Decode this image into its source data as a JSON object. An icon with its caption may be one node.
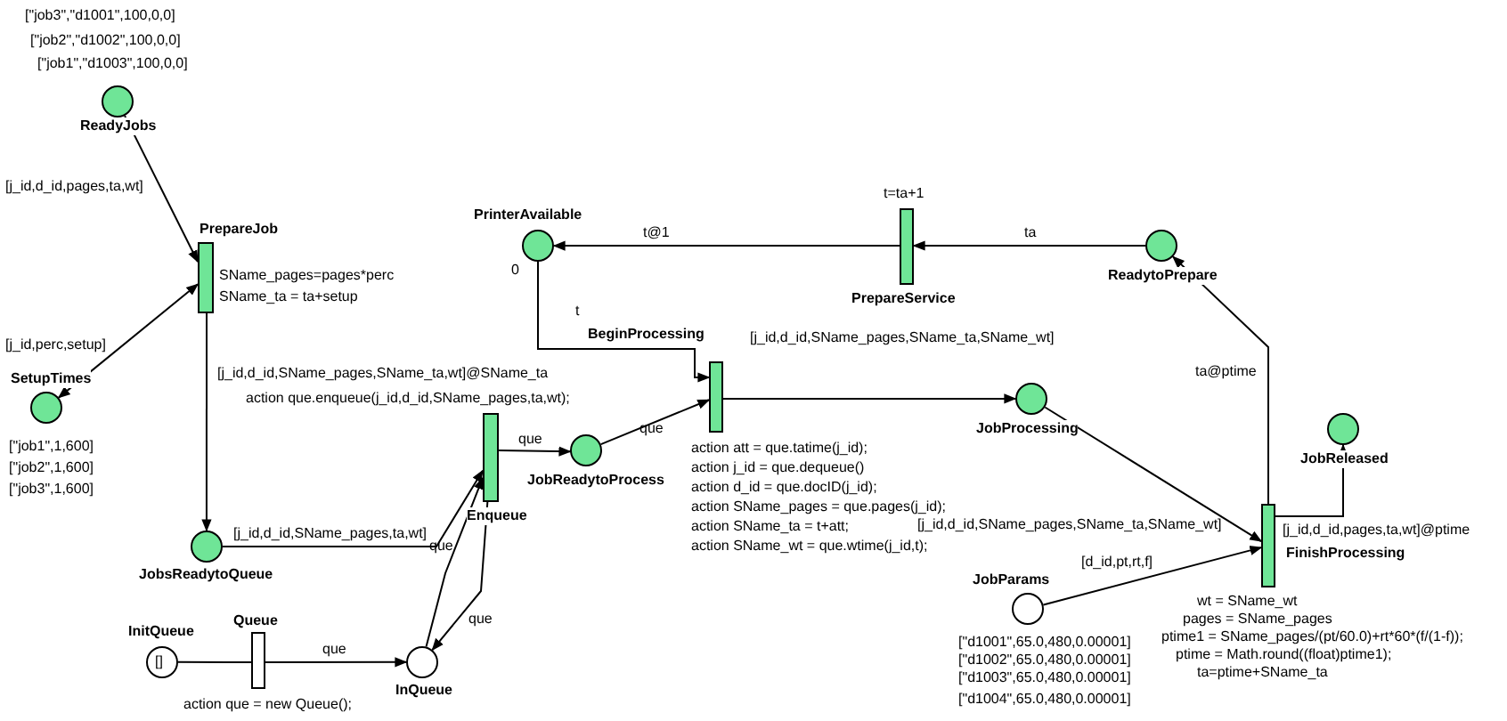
{
  "diagram": {
    "nodes": [
      {
        "text": [
          "ReadyJobs"
        ],
        "beside": [
          "[\"job3\",\"d1001\",100,0,0]",
          "[\"job2\",\"d1002\",100,0,0]",
          "[\"job1\",\"d1003\",100,0,0]"
        ]
      },
      {
        "text": [
          "PrepareJob"
        ],
        "beside": [
          "SName_pages=pages*perc",
          "SName_ta = ta+setup"
        ]
      },
      {
        "text": [
          "SetupTimes"
        ],
        "beside": [
          "[\"job1\",1,600]",
          "[\"job2\",1,600]",
          "[\"job3\",1,600]"
        ]
      },
      {
        "text": [
          "JobsReadytoQueue"
        ]
      },
      {
        "text": [
          "Enqueue"
        ],
        "beside": [
          "action que.enqueue(j_id,d_id,SName_pages,ta,wt);"
        ]
      },
      {
        "text": [
          "InitQueue",
          "[]"
        ]
      },
      {
        "text": [
          "Queue"
        ],
        "beside": [
          "action que = new Queue();"
        ]
      },
      {
        "text": [
          "InQueue"
        ]
      },
      {
        "text": [
          "JobReadytoProcess"
        ]
      },
      {
        "text": [
          "PrinterAvailable"
        ],
        "beside": [
          "0"
        ]
      },
      {
        "text": [
          "BeginProcessing"
        ],
        "beside": [
          "action att = que.tatime(j_id);",
          "action j_id = que.dequeue()",
          "action d_id = que.docID(j_id);",
          "action SName_pages = que.pages(j_id);",
          "action SName_ta = t+att;",
          "action SName_wt = que.wtime(j_id,t);"
        ]
      },
      {
        "text": [
          "PrepareService"
        ],
        "beside": [
          "t=ta+1"
        ]
      },
      {
        "text": [
          "ReadytoPrepare"
        ]
      },
      {
        "text": [
          "JobProcessing"
        ]
      },
      {
        "text": [
          "FinishProcessing"
        ],
        "beside": [
          "wt = SName_wt",
          "pages = SName_pages",
          "ptime1 = SName_pages/(pt/60.0)+rt*60*(f/(1-f));",
          "ptime = Math.round((float)ptime1);",
          "ta=ptime+SName_ta"
        ]
      },
      {
        "text": [
          "JobReleased"
        ]
      },
      {
        "text": [
          "JobParams"
        ],
        "beside": [
          "[\"d1001\",65.0,480,0.00001]",
          "[\"d1002\",65.0,480,0.00001]",
          "[\"d1003\",65.0,480,0.00001]",
          "[\"d1004\",65.0,480,0.00001]"
        ]
      }
    ],
    "edges": [
      {
        "from": 0,
        "to": 1,
        "arrow": "to",
        "label": "[j_id,d_id,pages,ta,wt]"
      },
      {
        "from": 2,
        "to": 1,
        "arrow": "both",
        "label": "[j_id,perc,setup]"
      },
      {
        "from": 1,
        "to": 3,
        "arrow": "to",
        "label": "[j_id,d_id,SName_pages,SName_ta,wt]@SName_ta"
      },
      {
        "from": 3,
        "to": 4,
        "arrow": "to",
        "label": "[j_id,d_id,SName_pages,ta,wt]"
      },
      {
        "from": 5,
        "to": 6,
        "arrow": "none"
      },
      {
        "from": 6,
        "to": 7,
        "arrow": "to",
        "label": "que"
      },
      {
        "from": 7,
        "to": 4,
        "arrow": "to",
        "label": "que"
      },
      {
        "from": 4,
        "to": 7,
        "arrow": "to",
        "label": "que"
      },
      {
        "from": 4,
        "to": 8,
        "arrow": "to",
        "label": "que"
      },
      {
        "from": 8,
        "to": 10,
        "arrow": "to",
        "label": "que"
      },
      {
        "from": 9,
        "to": 10,
        "arrow": "to",
        "label": "t"
      },
      {
        "from": 10,
        "to": 13,
        "arrow": "to",
        "label": "[j_id,d_id,SName_pages,SName_ta,SName_wt]"
      },
      {
        "from": 13,
        "to": 14,
        "arrow": "to",
        "label": "[j_id,d_id,SName_pages,SName_ta,SName_wt]"
      },
      {
        "from": 16,
        "to": 14,
        "arrow": "to",
        "label": "[d_id,pt,rt,f]"
      },
      {
        "from": 14,
        "to": 15,
        "arrow": "to",
        "label": "[j_id,d_id,pages,ta,wt]@ptime"
      },
      {
        "from": 14,
        "to": 12,
        "arrow": "to",
        "label": "ta@ptime"
      },
      {
        "from": 12,
        "to": 11,
        "arrow": "to",
        "label": "ta"
      },
      {
        "from": 11,
        "to": 9,
        "arrow": "to",
        "label": "t@1"
      }
    ]
  }
}
